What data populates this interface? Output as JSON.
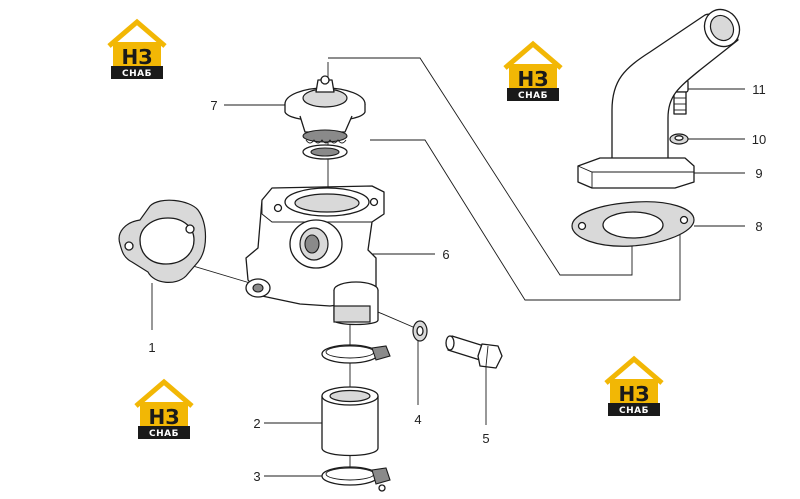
{
  "diagram": {
    "callouts": [
      {
        "id": "c1",
        "label": "1"
      },
      {
        "id": "c2",
        "label": "2"
      },
      {
        "id": "c3",
        "label": "3"
      },
      {
        "id": "c4",
        "label": "4"
      },
      {
        "id": "c5",
        "label": "5"
      },
      {
        "id": "c6",
        "label": "6"
      },
      {
        "id": "c7",
        "label": "7"
      },
      {
        "id": "c8",
        "label": "8"
      },
      {
        "id": "c9",
        "label": "9"
      },
      {
        "id": "c10",
        "label": "10"
      },
      {
        "id": "c11",
        "label": "11"
      }
    ]
  },
  "watermark": {
    "text_top": "НЗ",
    "text_bottom": "СНАБ",
    "accent_color": "#f2b705",
    "dark_color": "#1a1a1a"
  }
}
